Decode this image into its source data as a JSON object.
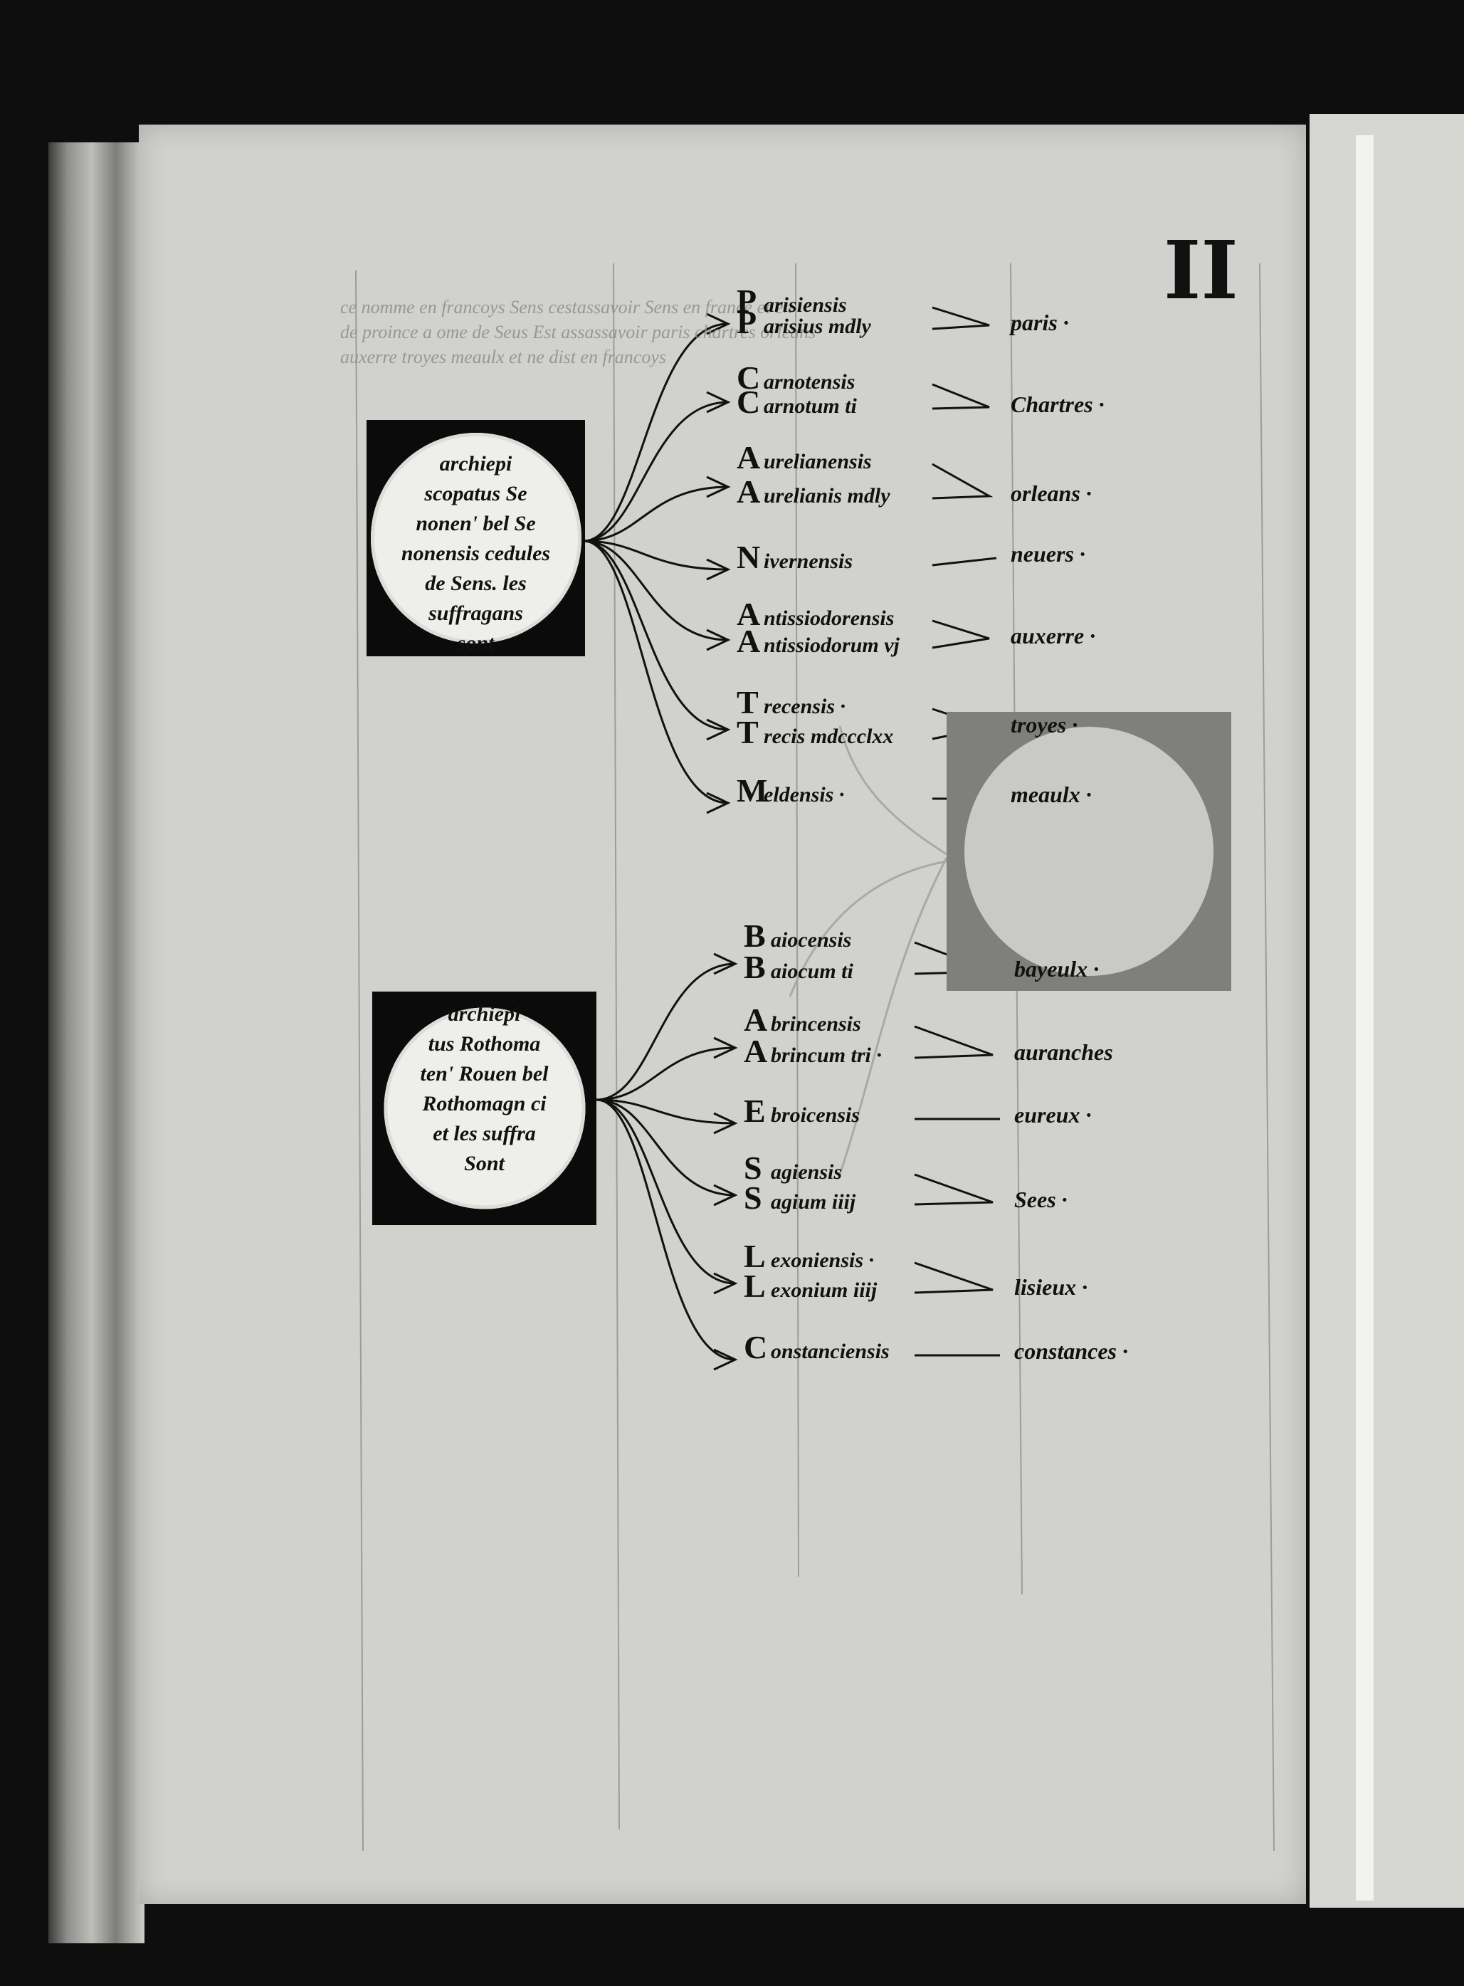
{
  "folio": "II",
  "show_through": [
    "ce nomme en francoys Sens cestassavoir Sens en france et en",
    "de proince a ome de Seus Est assassavoir paris chartres orleans",
    "auxerre troyes meaulx et ne dist en francoys"
  ],
  "sens": {
    "roundel_lines": [
      "archiepi",
      "scopatus Se",
      "nonen' bel Se",
      "nonensis cedules",
      "de Sens. les",
      "suffragans",
      "sont"
    ],
    "entries": [
      {
        "caps": [
          "P",
          "P"
        ],
        "latin": [
          "arisiensis",
          "arisius mdly"
        ],
        "french": "paris ·"
      },
      {
        "caps": [
          "C",
          "C"
        ],
        "latin": [
          "arnotensis",
          "arnotum ti"
        ],
        "french": "Chartres ·"
      },
      {
        "caps": [
          "A",
          "A"
        ],
        "latin": [
          "urelianensis",
          "urelianis mdly"
        ],
        "french": "orleans ·"
      },
      {
        "caps": [
          "N"
        ],
        "latin": [
          "ivernensis"
        ],
        "french": "neuers ·"
      },
      {
        "caps": [
          "A",
          "A"
        ],
        "latin": [
          "ntissiodorensis",
          "ntissiodorum vj"
        ],
        "french": "auxerre ·"
      },
      {
        "caps": [
          "T",
          "T"
        ],
        "latin": [
          "recensis ·",
          "recis mdccclxx"
        ],
        "french": "troyes ·"
      },
      {
        "caps": [
          "M"
        ],
        "latin": [
          "eldensis ·"
        ],
        "french": "meaulx ·"
      }
    ]
  },
  "rouen": {
    "roundel_lines": [
      "archiepi",
      "tus Rothoma",
      "ten' Rouen bel",
      "Rothomagn ci",
      "et les suffra",
      "Sont"
    ],
    "entries": [
      {
        "caps": [
          "B",
          "B"
        ],
        "latin": [
          "aiocensis",
          "aiocum ti"
        ],
        "french": "bayeulx ·"
      },
      {
        "caps": [
          "A",
          "A"
        ],
        "latin": [
          "brincensis",
          "brincum tri ·"
        ],
        "french": "auranches"
      },
      {
        "caps": [
          "E"
        ],
        "latin": [
          "broicensis"
        ],
        "french": "eureux ·"
      },
      {
        "caps": [
          "S",
          "S"
        ],
        "latin": [
          "agiensis",
          "agium iiij"
        ],
        "french": "Sees ·"
      },
      {
        "caps": [
          "L",
          "L"
        ],
        "latin": [
          "exoniensis ·",
          "exonium iiij"
        ],
        "french": "lisieux ·"
      },
      {
        "caps": [
          "C"
        ],
        "latin": [
          "onstanciensis"
        ],
        "french": "constances ·"
      }
    ]
  }
}
